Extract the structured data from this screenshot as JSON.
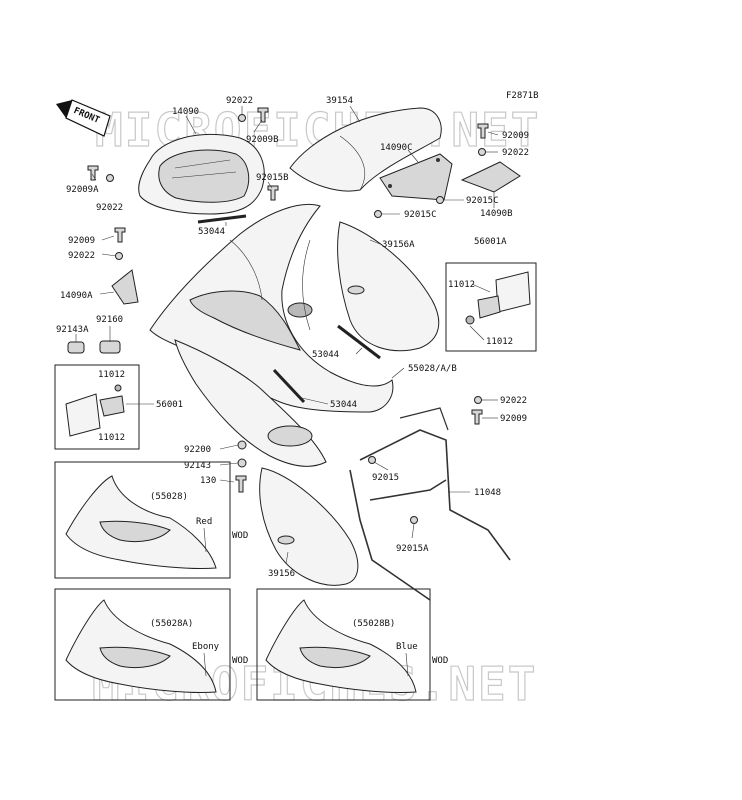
{
  "figure_code": "F2871B",
  "watermark": "MICROFICHES.NET",
  "front_label": "FRONT",
  "labels": {
    "p14090": "14090",
    "p92022a": "92022",
    "p92009b": "92009B",
    "p39154": "39154",
    "p92009a": "92009A",
    "p92022b": "92022",
    "p92015b": "92015B",
    "p53044a": "53044",
    "p92009c": "92009",
    "p92022c": "92022",
    "p14090a": "14090A",
    "p92143a": "92143A",
    "p92160": "92160",
    "p92009d": "92009",
    "p92022d": "92022",
    "p14090c": "14090C",
    "p92015c_a": "92015C",
    "p92015c_b": "92015C",
    "p14090b": "14090B",
    "p39156a": "39156A",
    "p56001a": "56001A",
    "p11012a": "11012",
    "p11012b": "11012",
    "p53044b": "53044",
    "p55028ab": "55028/A/B",
    "p11012c": "11012",
    "p56001": "56001",
    "p11012d": "11012",
    "p53044c": "53044",
    "p92022e": "92022",
    "p92009e": "92009",
    "p92200": "92200",
    "p92143": "92143",
    "p130": "130",
    "p92015": "92015",
    "p11048": "11048",
    "p92015a": "92015A",
    "p39156": "39156"
  },
  "variants": [
    {
      "code": "(55028)",
      "color": "Red",
      "note": "WOD"
    },
    {
      "code": "(55028A)",
      "color": "Ebony",
      "note": "WOD"
    },
    {
      "code": "(55028B)",
      "color": "Blue",
      "note": "WOD"
    }
  ]
}
